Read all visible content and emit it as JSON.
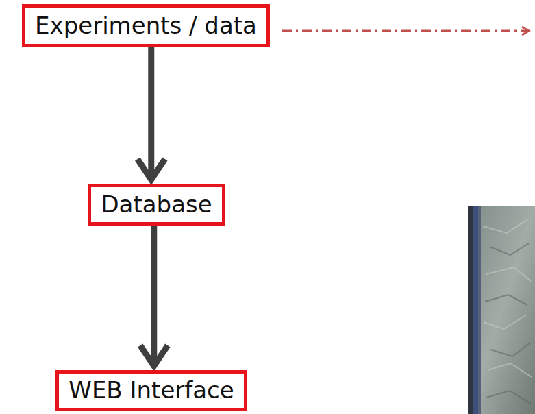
{
  "diagram": {
    "nodes": [
      {
        "text": [
          "Experiments / data"
        ]
      },
      {
        "text": [
          "Database"
        ]
      },
      {
        "text": [
          "WEB Interface"
        ]
      }
    ],
    "edges": [
      {
        "from": 0,
        "to": 1,
        "arrow": "to"
      },
      {
        "from": 1,
        "to": 2,
        "arrow": "to"
      }
    ]
  }
}
